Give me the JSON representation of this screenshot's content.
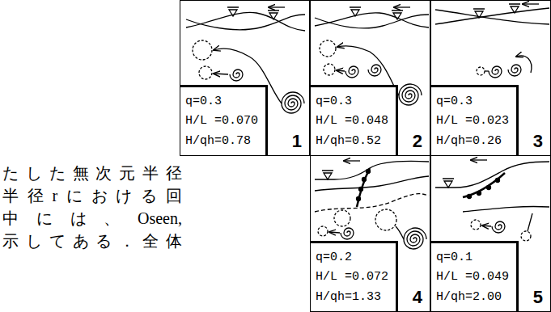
{
  "diagram": {
    "nodes": [
      {
        "text": [
          "1"
        ]
      },
      {
        "text": [
          "q=0.3",
          "H/L =0.070",
          "H/qh=0.78"
        ],
        "in": 0
      },
      {
        "text": [
          "2"
        ]
      },
      {
        "text": [
          "q=0.3",
          "H/L =0.048",
          "H/qh=0.52"
        ],
        "in": 2
      },
      {
        "text": [
          "3"
        ]
      },
      {
        "text": [
          "q=0.3",
          "H/L =0.023",
          "H/qh=0.26"
        ],
        "in": 4
      },
      {
        "text": [
          "4"
        ]
      },
      {
        "text": [
          "q=0.2",
          "H/L =0.072",
          "H/qh=1.33"
        ],
        "in": 6
      },
      {
        "text": [
          "5"
        ]
      },
      {
        "text": [
          "q=0.1",
          "H/L =0.049",
          "H/qh=2.00"
        ],
        "in": 8
      }
    ],
    "labels": [
      "たした無次元半径",
      "半径rにおける回",
      "中には、Oseen,",
      "示してある．全体"
    ]
  }
}
